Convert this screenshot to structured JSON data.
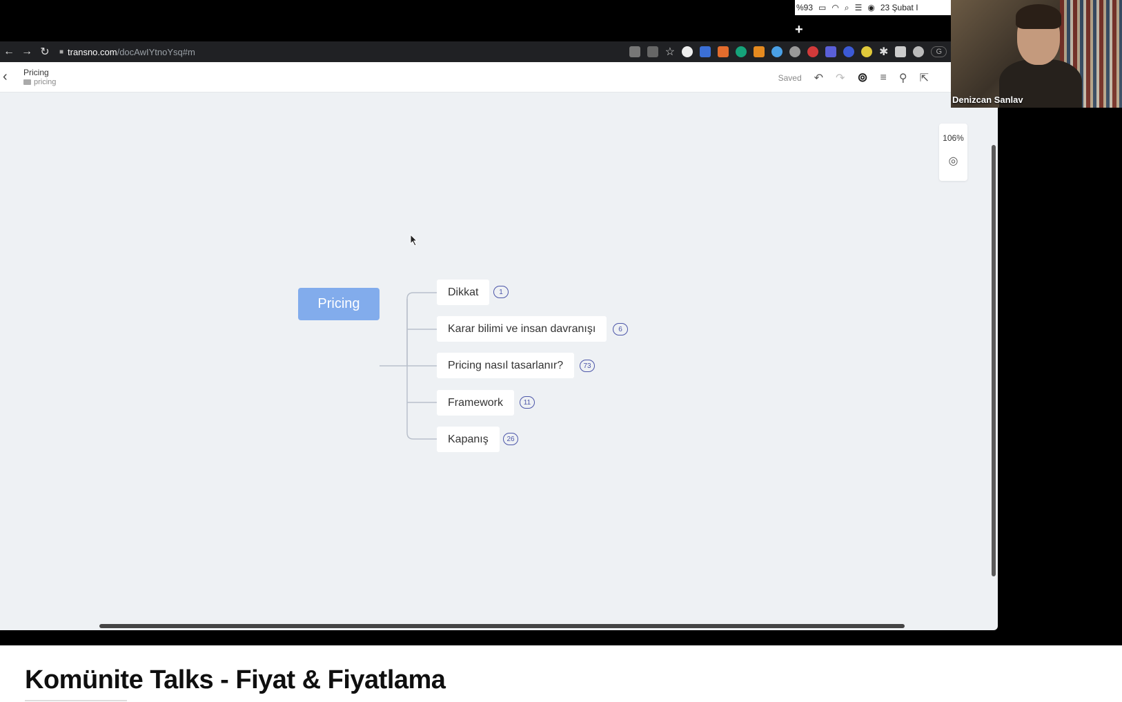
{
  "menubar": {
    "battery_pct": "%93",
    "date": "23 Şubat I"
  },
  "browser": {
    "url_host": "transno.com",
    "url_path": "/docAwIYtnoYsq#m",
    "profile_text": "G"
  },
  "doc": {
    "title": "Pricing",
    "folder": "pricing",
    "status": "Saved",
    "zoom": "106%"
  },
  "mindmap": {
    "root": "Pricing",
    "children": [
      {
        "label": "Dikkat",
        "count": "1"
      },
      {
        "label": "Karar bilimi ve insan davranışı",
        "count": "6"
      },
      {
        "label": "Pricing nasıl tasarlanır?",
        "count": "73"
      },
      {
        "label": "Framework",
        "count": "11"
      },
      {
        "label": "Kapanış",
        "count": "26"
      }
    ]
  },
  "webcam": {
    "name": "Denizcan Sanlav"
  },
  "video": {
    "title": "Komünite Talks - Fiyat & Fiyatlama"
  },
  "colors": {
    "root_node": "#82acec",
    "badge": "#4b55a8",
    "canvas": "#eef1f4"
  }
}
